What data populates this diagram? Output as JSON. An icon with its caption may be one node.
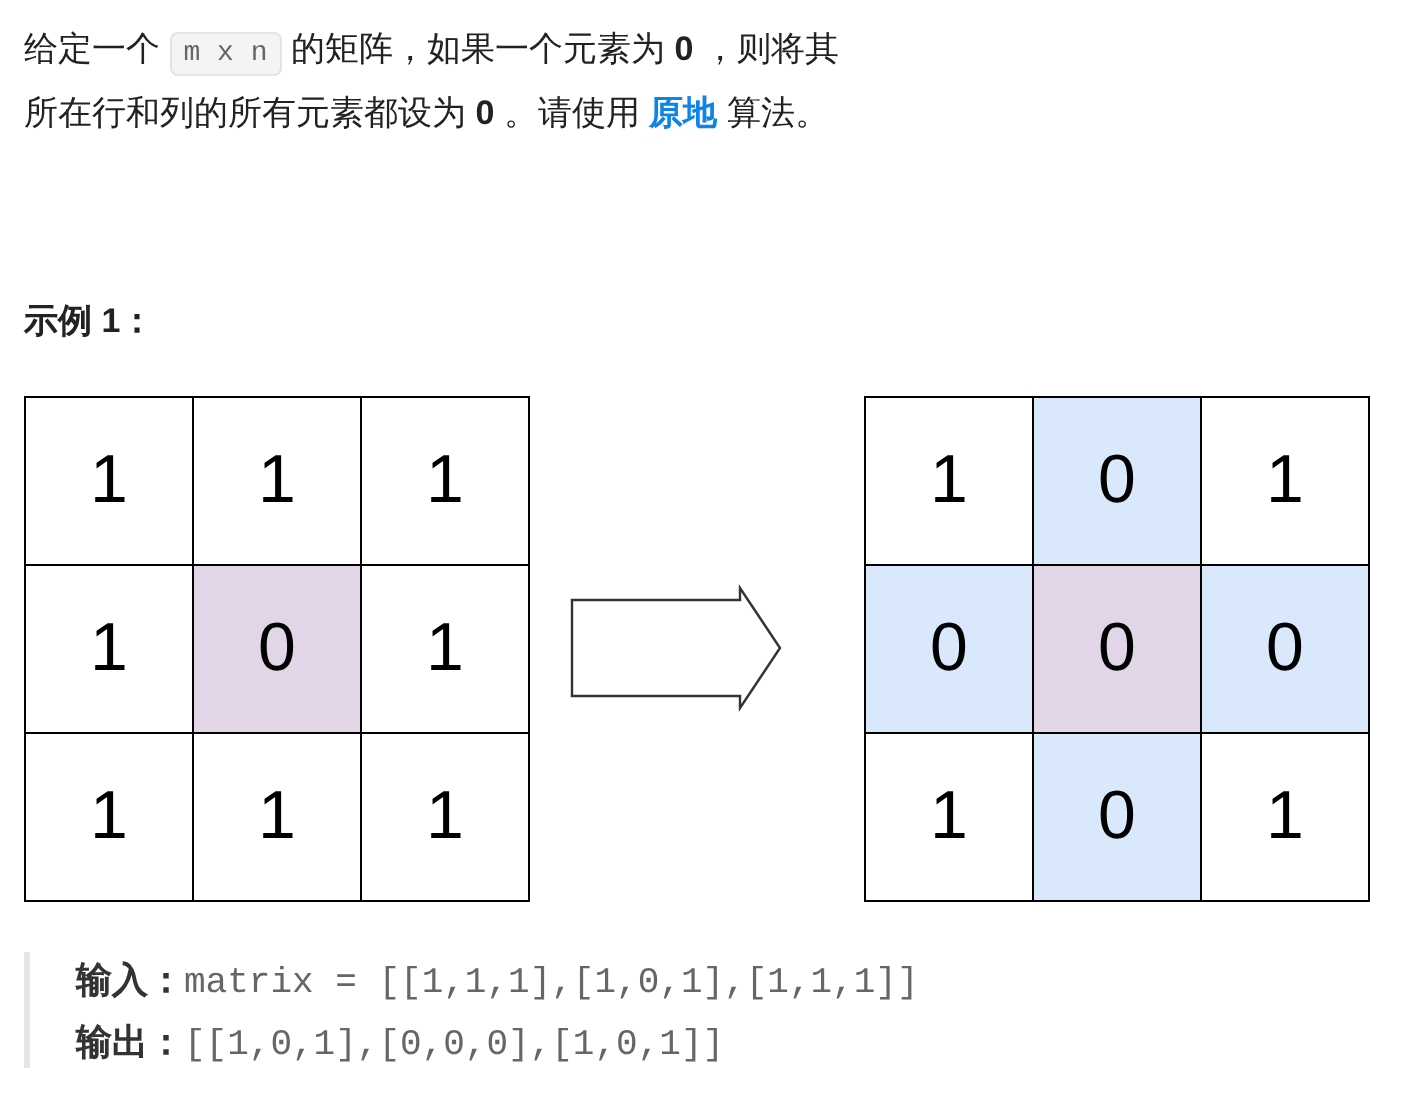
{
  "diagram": {
    "title": "给定一个 *m x n* 的矩阵，如果一个元素为 **0** ，则将其所在行和列的所有元素都设为 **0** 。请使用 **原地** 算法。",
    "nodes": [
      {
        "text": [],
        "shape": "box"
      },
      {
        "text": [
          "1"
        ],
        "in": 0
      },
      {
        "text": [
          "1"
        ],
        "in": 0
      },
      {
        "text": [
          "1"
        ],
        "in": 0
      },
      {
        "text": [
          "1"
        ],
        "in": 0
      },
      {
        "text": [
          "0"
        ],
        "in": 0
      },
      {
        "text": [
          "1"
        ],
        "in": 0
      },
      {
        "text": [
          "1"
        ],
        "in": 0
      },
      {
        "text": [
          "1"
        ],
        "in": 0
      },
      {
        "text": [
          "1"
        ],
        "in": 0
      },
      {
        "text": [],
        "shape": "box"
      },
      {
        "text": [
          "1"
        ],
        "in": 10
      },
      {
        "text": [
          "0"
        ],
        "in": 10
      },
      {
        "text": [
          "1"
        ],
        "in": 10
      },
      {
        "text": [
          "0"
        ],
        "in": 10
      },
      {
        "text": [
          "0"
        ],
        "in": 10
      },
      {
        "text": [
          "0"
        ],
        "in": 10
      },
      {
        "text": [
          "1"
        ],
        "in": 10
      },
      {
        "text": [
          "0"
        ],
        "in": 10
      },
      {
        "text": [
          "1"
        ],
        "in": 10
      }
    ],
    "edges": [
      {
        "from": 0,
        "to": 10,
        "arrow": "to"
      }
    ],
    "labels": [
      "示例 1：",
      "**输入：**matrix = [[1,1,1],[1,0,1],[1,1,1]]",
      "**输出：**[[1,0,1],[0,0,0],[1,0,1]]"
    ]
  }
}
